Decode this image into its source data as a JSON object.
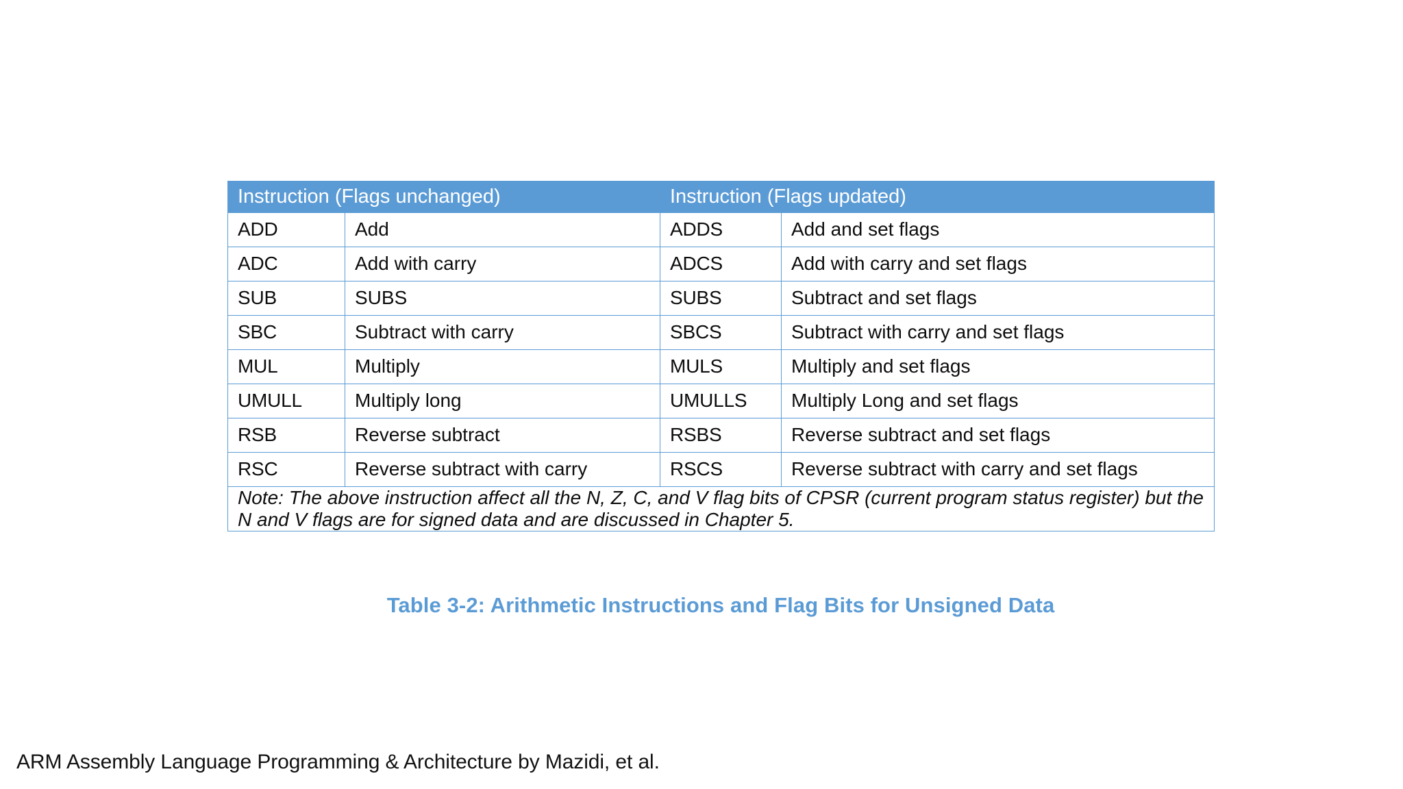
{
  "slide": {
    "background_color": "#FFFFFF",
    "accent_color": "#5B9BD5",
    "text_color": "#0D0D0D"
  },
  "table": {
    "headers": [
      "Instruction (Flags unchanged)",
      "",
      "Instruction (Flags updated)",
      ""
    ],
    "header_left": "Instruction (Flags unchanged)",
    "header_right": "Instruction (Flags updated)",
    "rows": [
      {
        "mnemonic_unchanged": "ADD",
        "desc_unchanged": "Add",
        "mnemonic_updated": "ADDS",
        "desc_updated": "Add and set flags"
      },
      {
        "mnemonic_unchanged": "ADC",
        "desc_unchanged": "Add with carry",
        "mnemonic_updated": "ADCS",
        "desc_updated": "Add with carry and set flags"
      },
      {
        "mnemonic_unchanged": "SUB",
        "desc_unchanged": "SUBS",
        "mnemonic_updated": "SUBS",
        "desc_updated": "Subtract and set flags"
      },
      {
        "mnemonic_unchanged": "SBC",
        "desc_unchanged": "Subtract with carry",
        "mnemonic_updated": "SBCS",
        "desc_updated": "Subtract with carry and set flags"
      },
      {
        "mnemonic_unchanged": "MUL",
        "desc_unchanged": "Multiply",
        "mnemonic_updated": "MULS",
        "desc_updated": "Multiply and set flags"
      },
      {
        "mnemonic_unchanged": "UMULL",
        "desc_unchanged": "Multiply long",
        "mnemonic_updated": "UMULLS",
        "desc_updated": "Multiply Long and set flags"
      },
      {
        "mnemonic_unchanged": "RSB",
        "desc_unchanged": "Reverse subtract",
        "mnemonic_updated": "RSBS",
        "desc_updated": "Reverse subtract and set flags"
      },
      {
        "mnemonic_unchanged": "RSC",
        "desc_unchanged": "Reverse subtract with carry",
        "mnemonic_updated": "RSCS",
        "desc_updated": "Reverse subtract with carry and set flags"
      }
    ],
    "note": "Note: The above instruction affect all the N, Z, C, and V  flag bits of CPSR (current program status register) but the N and V flags are for signed data and are discussed in Chapter 5."
  },
  "caption": "Table 3-2: Arithmetic Instructions and Flag Bits for Unsigned Data",
  "footer": "ARM Assembly Language Programming & Architecture by Mazidi, et al."
}
